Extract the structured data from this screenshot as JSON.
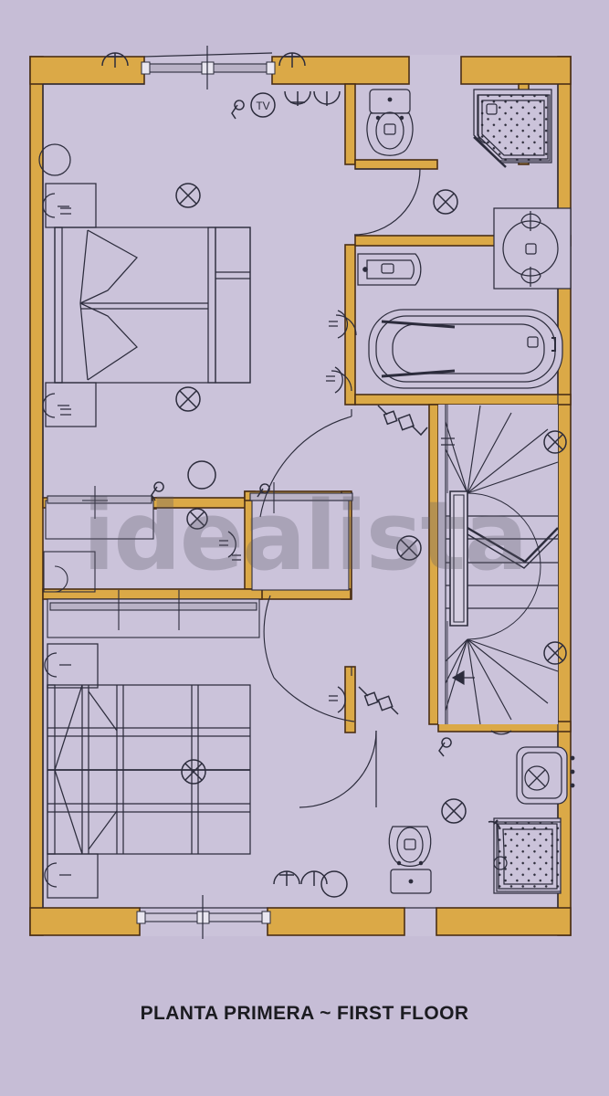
{
  "document": {
    "caption": "PLANTA PRIMERA ~ FIRST FLOOR",
    "watermark": "idealista",
    "type": "architectural-floor-plan",
    "floor": "First Floor / Planta Primera"
  },
  "colors": {
    "background": "#c6bdd6",
    "paper": "#c8c0d8",
    "room_fill": "#cbc3da",
    "wall_fill": "#dba947",
    "wall_stroke": "#4a2f16",
    "ink": "#2c2c3c",
    "ink_light": "#4a4a5e",
    "watermark": "#5c5868",
    "caption_text": "#1b1b20"
  },
  "rooms": [
    {
      "name": "bedroom-main-top",
      "label": "Bedroom (top)"
    },
    {
      "name": "bedroom-main-bottom",
      "label": "Bedroom (bottom)"
    },
    {
      "name": "bathroom-top-right",
      "label": "Bathroom (top right)"
    },
    {
      "name": "bathroom-middle",
      "label": "Bathroom (middle)"
    },
    {
      "name": "bathroom-bottom-right",
      "label": "Bathroom (bottom right)"
    },
    {
      "name": "hallway-central",
      "label": "Hallway"
    },
    {
      "name": "stairwell",
      "label": "Stairwell"
    },
    {
      "name": "closet-upper",
      "label": "Closet (upper)"
    },
    {
      "name": "closet-lower",
      "label": "Closet (lower)"
    }
  ],
  "fixtures": [
    {
      "name": "bed-double-top",
      "label": "Double bed"
    },
    {
      "name": "bed-double-bottom",
      "label": "Double bed"
    },
    {
      "name": "nightstand",
      "label": "Nightstand",
      "count": 4
    },
    {
      "name": "toilet",
      "label": "Toilet",
      "count": 3
    },
    {
      "name": "bidet",
      "label": "Bidet",
      "count": 1
    },
    {
      "name": "bathtub",
      "label": "Bathtub",
      "count": 1
    },
    {
      "name": "shower-corner",
      "label": "Corner shower",
      "count": 2
    },
    {
      "name": "sink-basin",
      "label": "Wash basin",
      "count": 2
    },
    {
      "name": "staircase-winder",
      "label": "Winder staircase"
    },
    {
      "name": "handrail",
      "label": "Handrail"
    },
    {
      "name": "window-sliding",
      "label": "Sliding window",
      "count": 2
    },
    {
      "name": "door-swing",
      "label": "Swing door",
      "count": 6
    }
  ],
  "electrical_symbols": [
    {
      "name": "ceiling-light-symbol",
      "label": "Ceiling light (crossed circle)",
      "count": 8
    },
    {
      "name": "wall-light-symbol",
      "label": "Wall light",
      "count": 8
    },
    {
      "name": "tv-outlet-symbol",
      "label": "TV",
      "text": "TV"
    },
    {
      "name": "light-switch-symbol",
      "label": "Light switch",
      "count": 9
    },
    {
      "name": "power-outlet-symbol",
      "label": "Power outlet",
      "count": 4
    }
  ]
}
